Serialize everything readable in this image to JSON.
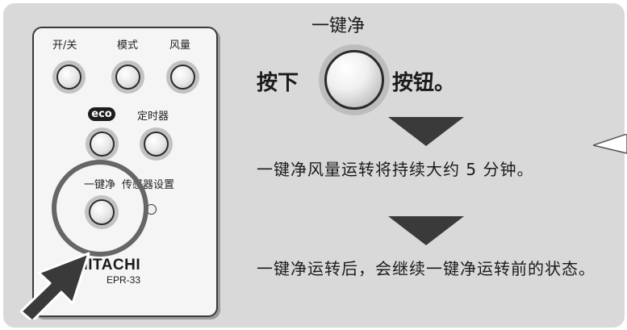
{
  "remote": {
    "btn_power_label": "开/关",
    "btn_mode_label": "模式",
    "btn_fan_label": "风量",
    "eco_label": "eco",
    "timer_label": "定时器",
    "oneclick_label": "一键净",
    "sensor_label": "传感器设置",
    "brand": "HITACHI",
    "model": "EPR-33"
  },
  "instructions": {
    "button_caption": "一键净",
    "press_prefix": "按下",
    "press_suffix": "按钮。",
    "step2": "一键净风量运转将持续大约 5 分钟。",
    "step3": "一键净运转后，会继续一键净运转前的状态。"
  },
  "colors": {
    "panel_bg": "#d9d9d9",
    "arrow": "#3a3a3a",
    "highlight_ring": "#666666"
  },
  "icons": {
    "pointer": "arrow-pointer-icon",
    "step_arrow": "triangle-down-icon"
  }
}
